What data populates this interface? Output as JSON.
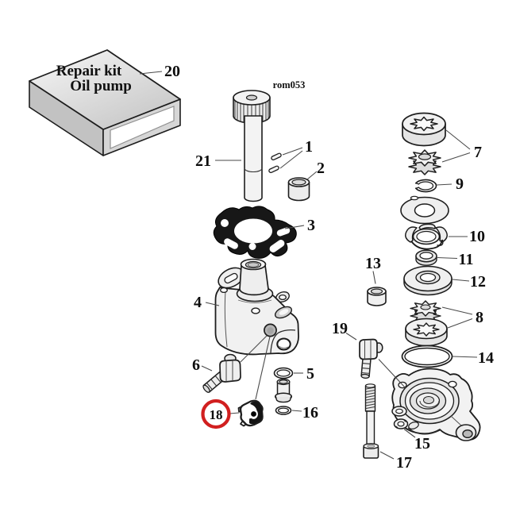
{
  "figure": {
    "code": "rom053"
  },
  "kit_box": {
    "line1": "Repair kit",
    "line2": "Oil pump"
  },
  "callouts": {
    "c1": "1",
    "c2": "2",
    "c3": "3",
    "c4": "4",
    "c5": "5",
    "c6": "6",
    "c7": "7",
    "c8": "8",
    "c9": "9",
    "c10": "10",
    "c11": "11",
    "c12": "12",
    "c13": "13",
    "c14": "14",
    "c15": "15",
    "c16": "16",
    "c17": "17",
    "c18": "18",
    "c19": "19",
    "c20": "20",
    "c21": "21"
  },
  "highlight": {
    "part": "18",
    "ring_color": "#d11f1f"
  }
}
